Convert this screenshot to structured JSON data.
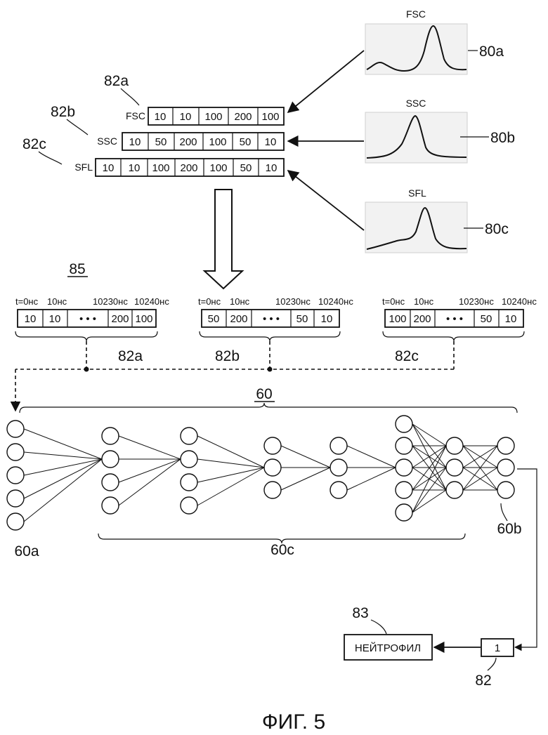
{
  "figure_caption": "ФИГ. 5",
  "signals": [
    {
      "id": "80a",
      "title": "FSC"
    },
    {
      "id": "80b",
      "title": "SSC"
    },
    {
      "id": "80c",
      "title": "SFL"
    }
  ],
  "waveform_tables": [
    {
      "id": "82a",
      "label": "FSC",
      "values": [
        "10",
        "10",
        "100",
        "200",
        "100"
      ]
    },
    {
      "id": "82b",
      "label": "SSC",
      "values": [
        "10",
        "50",
        "200",
        "100",
        "50",
        "10"
      ]
    },
    {
      "id": "82c",
      "label": "SFL",
      "values": [
        "10",
        "10",
        "100",
        "200",
        "100",
        "50",
        "10"
      ]
    }
  ],
  "combined_data": {
    "id": "85",
    "time_labels": [
      "t=0нс",
      "10нс",
      "10230нс",
      "10240нс"
    ],
    "ellipsis": "• • •",
    "segments": [
      {
        "id": "82a",
        "cells": [
          "10",
          "10",
          "200",
          "100"
        ]
      },
      {
        "id": "82b",
        "cells": [
          "50",
          "200",
          "50",
          "10"
        ]
      },
      {
        "id": "82c",
        "cells": [
          "100",
          "200",
          "50",
          "10"
        ]
      }
    ]
  },
  "network": {
    "id": "60",
    "input_layer_id": "60a",
    "hidden_layers_id": "60c",
    "output_layer_id": "60b"
  },
  "output": {
    "value": "1",
    "value_id": "82",
    "result_label": "НЕЙТРОФИЛ",
    "result_id": "83"
  }
}
